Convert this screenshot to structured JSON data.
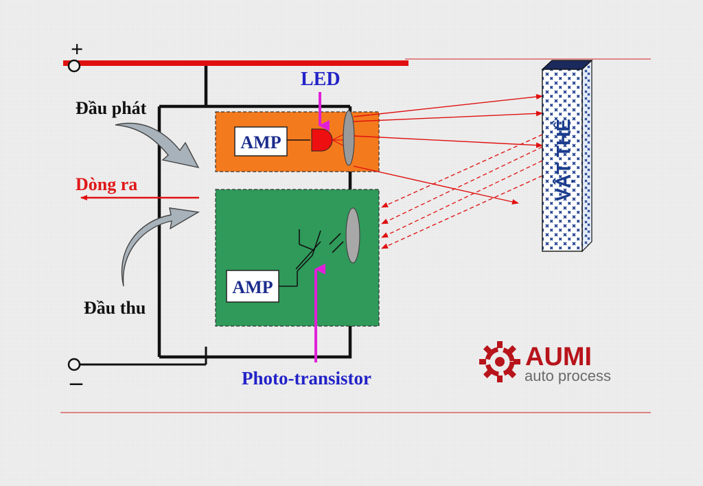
{
  "polarity": {
    "plus": "+",
    "minus": "–"
  },
  "labels": {
    "led": "LED",
    "emitter": "Đầu phát",
    "output_current": "Dòng ra",
    "receiver": "Đầu thu",
    "photo_transistor": "Photo-transistor",
    "object": "VẬT THỂ"
  },
  "blocks": {
    "emitter_amp": "AMP",
    "receiver_amp": "AMP"
  },
  "logo": {
    "name": "AUMI",
    "tagline": "auto process"
  },
  "colors": {
    "power_line": "#e01010",
    "red_text": "#e01818",
    "blue_text": "#1b2c8c",
    "purple_text": "#2222c8",
    "emitter_block": "#f47a1e",
    "receiver_block": "#2f9a5a",
    "magenta_arrow": "#e020d8",
    "logo_red": "#b8141b"
  },
  "icons": {
    "led": "led-diode-icon",
    "lens": "lens-icon",
    "transistor": "phototransistor-icon",
    "logo_mark": "gear-swirl-icon"
  }
}
